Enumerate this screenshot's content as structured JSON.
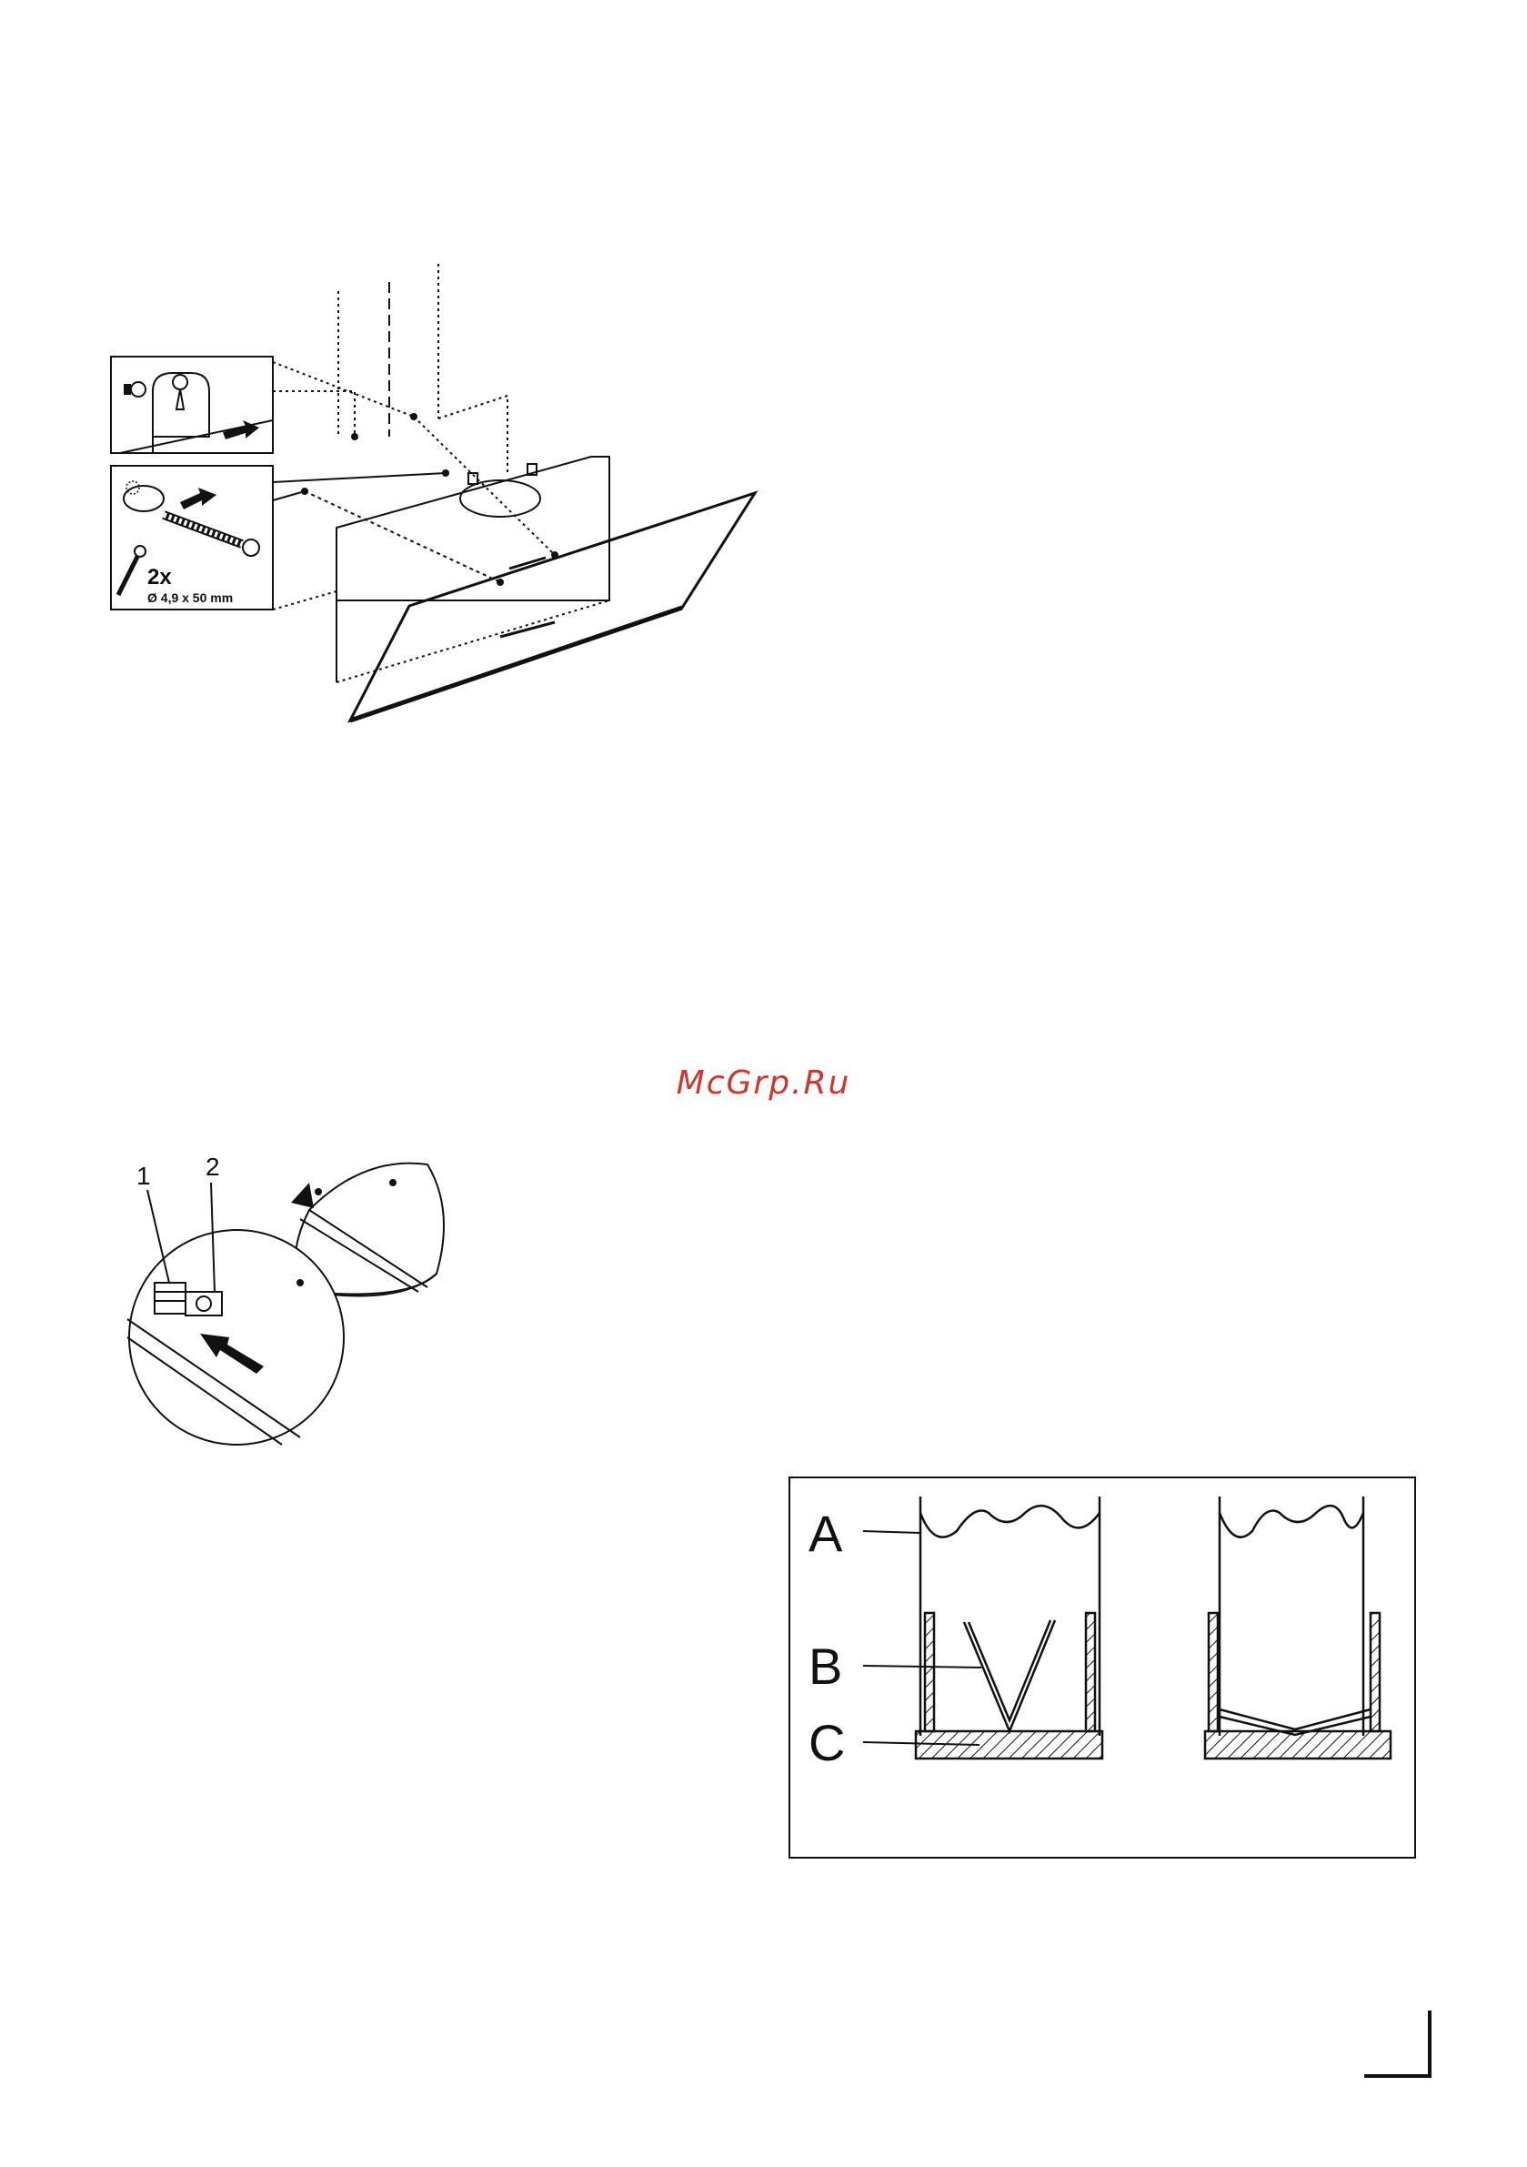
{
  "colors": {
    "watermark": "#d0352e",
    "ink": "#111111"
  },
  "watermark": {
    "text": "McGrp.Ru"
  },
  "figure_mount": {
    "quantity_label": "2x",
    "screw_size_label": "Ø 4,9 x 50 mm"
  },
  "figure_filter": {
    "callout_1": "1",
    "callout_2": "2"
  },
  "figure_valve": {
    "label_a": "A",
    "label_b": "B",
    "label_c": "C"
  },
  "footer": {
    "icons": [
      "corner-mark-icon"
    ]
  }
}
